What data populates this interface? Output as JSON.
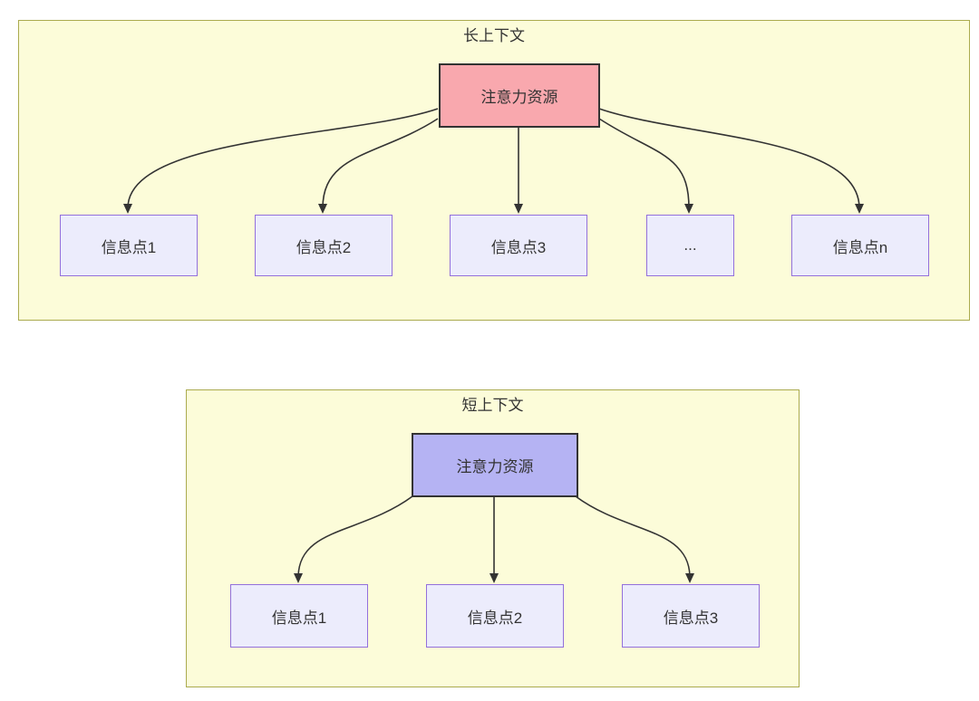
{
  "colors": {
    "cluster-fill": "#fcfcd9",
    "cluster-border": "#abab4e",
    "node-fill": "#ececfc",
    "node-border": "#9370db",
    "attention-long-fill": "#f9a8ae",
    "attention-short-fill": "#b5b3f3",
    "stroke-dark": "#333333",
    "text": "#333333"
  },
  "long_context": {
    "title": "长上下文",
    "attention_label": "注意力资源",
    "nodes": [
      "信息点1",
      "信息点2",
      "信息点3",
      "...",
      "信息点n"
    ]
  },
  "short_context": {
    "title": "短上下文",
    "attention_label": "注意力资源",
    "nodes": [
      "信息点1",
      "信息点2",
      "信息点3"
    ]
  }
}
